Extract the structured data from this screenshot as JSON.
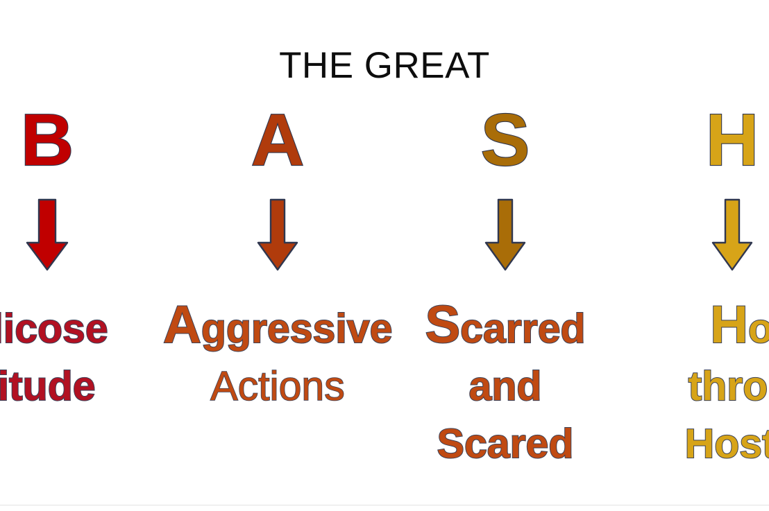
{
  "slide": {
    "title": "THE GREAT",
    "background_color": "#FFFFFF",
    "outline_color": "#3B4259",
    "bottom_rule_color": "#E3E3E3"
  },
  "columns": [
    {
      "key": "b",
      "letter": "B",
      "letter_color": "#C00000",
      "arrow_color": "#C00000",
      "arrow_name": "down-arrow-red",
      "text_color": "#B21122",
      "lines": [
        {
          "lead": "B",
          "rest": "ellicose",
          "weight": "bold"
        },
        {
          "lead": "A",
          "rest": "ttitude",
          "weight": "bold"
        }
      ]
    },
    {
      "key": "a",
      "letter": "A",
      "letter_color": "#B03B0C",
      "arrow_color": "#B03B0C",
      "arrow_name": "down-arrow-burnt-orange",
      "text_color": "#C04A12",
      "lines": [
        {
          "lead": "A",
          "rest": "ggressive",
          "weight": "bold"
        },
        {
          "lead": "",
          "rest": "Actions",
          "weight": "light"
        }
      ]
    },
    {
      "key": "s",
      "letter": "S",
      "letter_color": "#A96D08",
      "arrow_color": "#A96D08",
      "arrow_name": "down-arrow-goldenrod",
      "text_color": "#C04A12",
      "lines": [
        {
          "lead": "S",
          "rest": "carred",
          "weight": "bold"
        },
        {
          "lead": "",
          "rest": "and",
          "weight": "bold"
        },
        {
          "lead": "",
          "rest": "Scared",
          "weight": "bold"
        }
      ]
    },
    {
      "key": "h",
      "letter": "H",
      "letter_color": "#D7A418",
      "arrow_color": "#D7A418",
      "arrow_name": "down-arrow-gold",
      "text_color": "#D7A418",
      "lines": [
        {
          "lead": "H",
          "rest": "ope",
          "weight": "bold"
        },
        {
          "lead": "",
          "rest": "through",
          "weight": "bold"
        },
        {
          "lead": "",
          "rest": "Hostility",
          "weight": "bold"
        }
      ]
    }
  ]
}
